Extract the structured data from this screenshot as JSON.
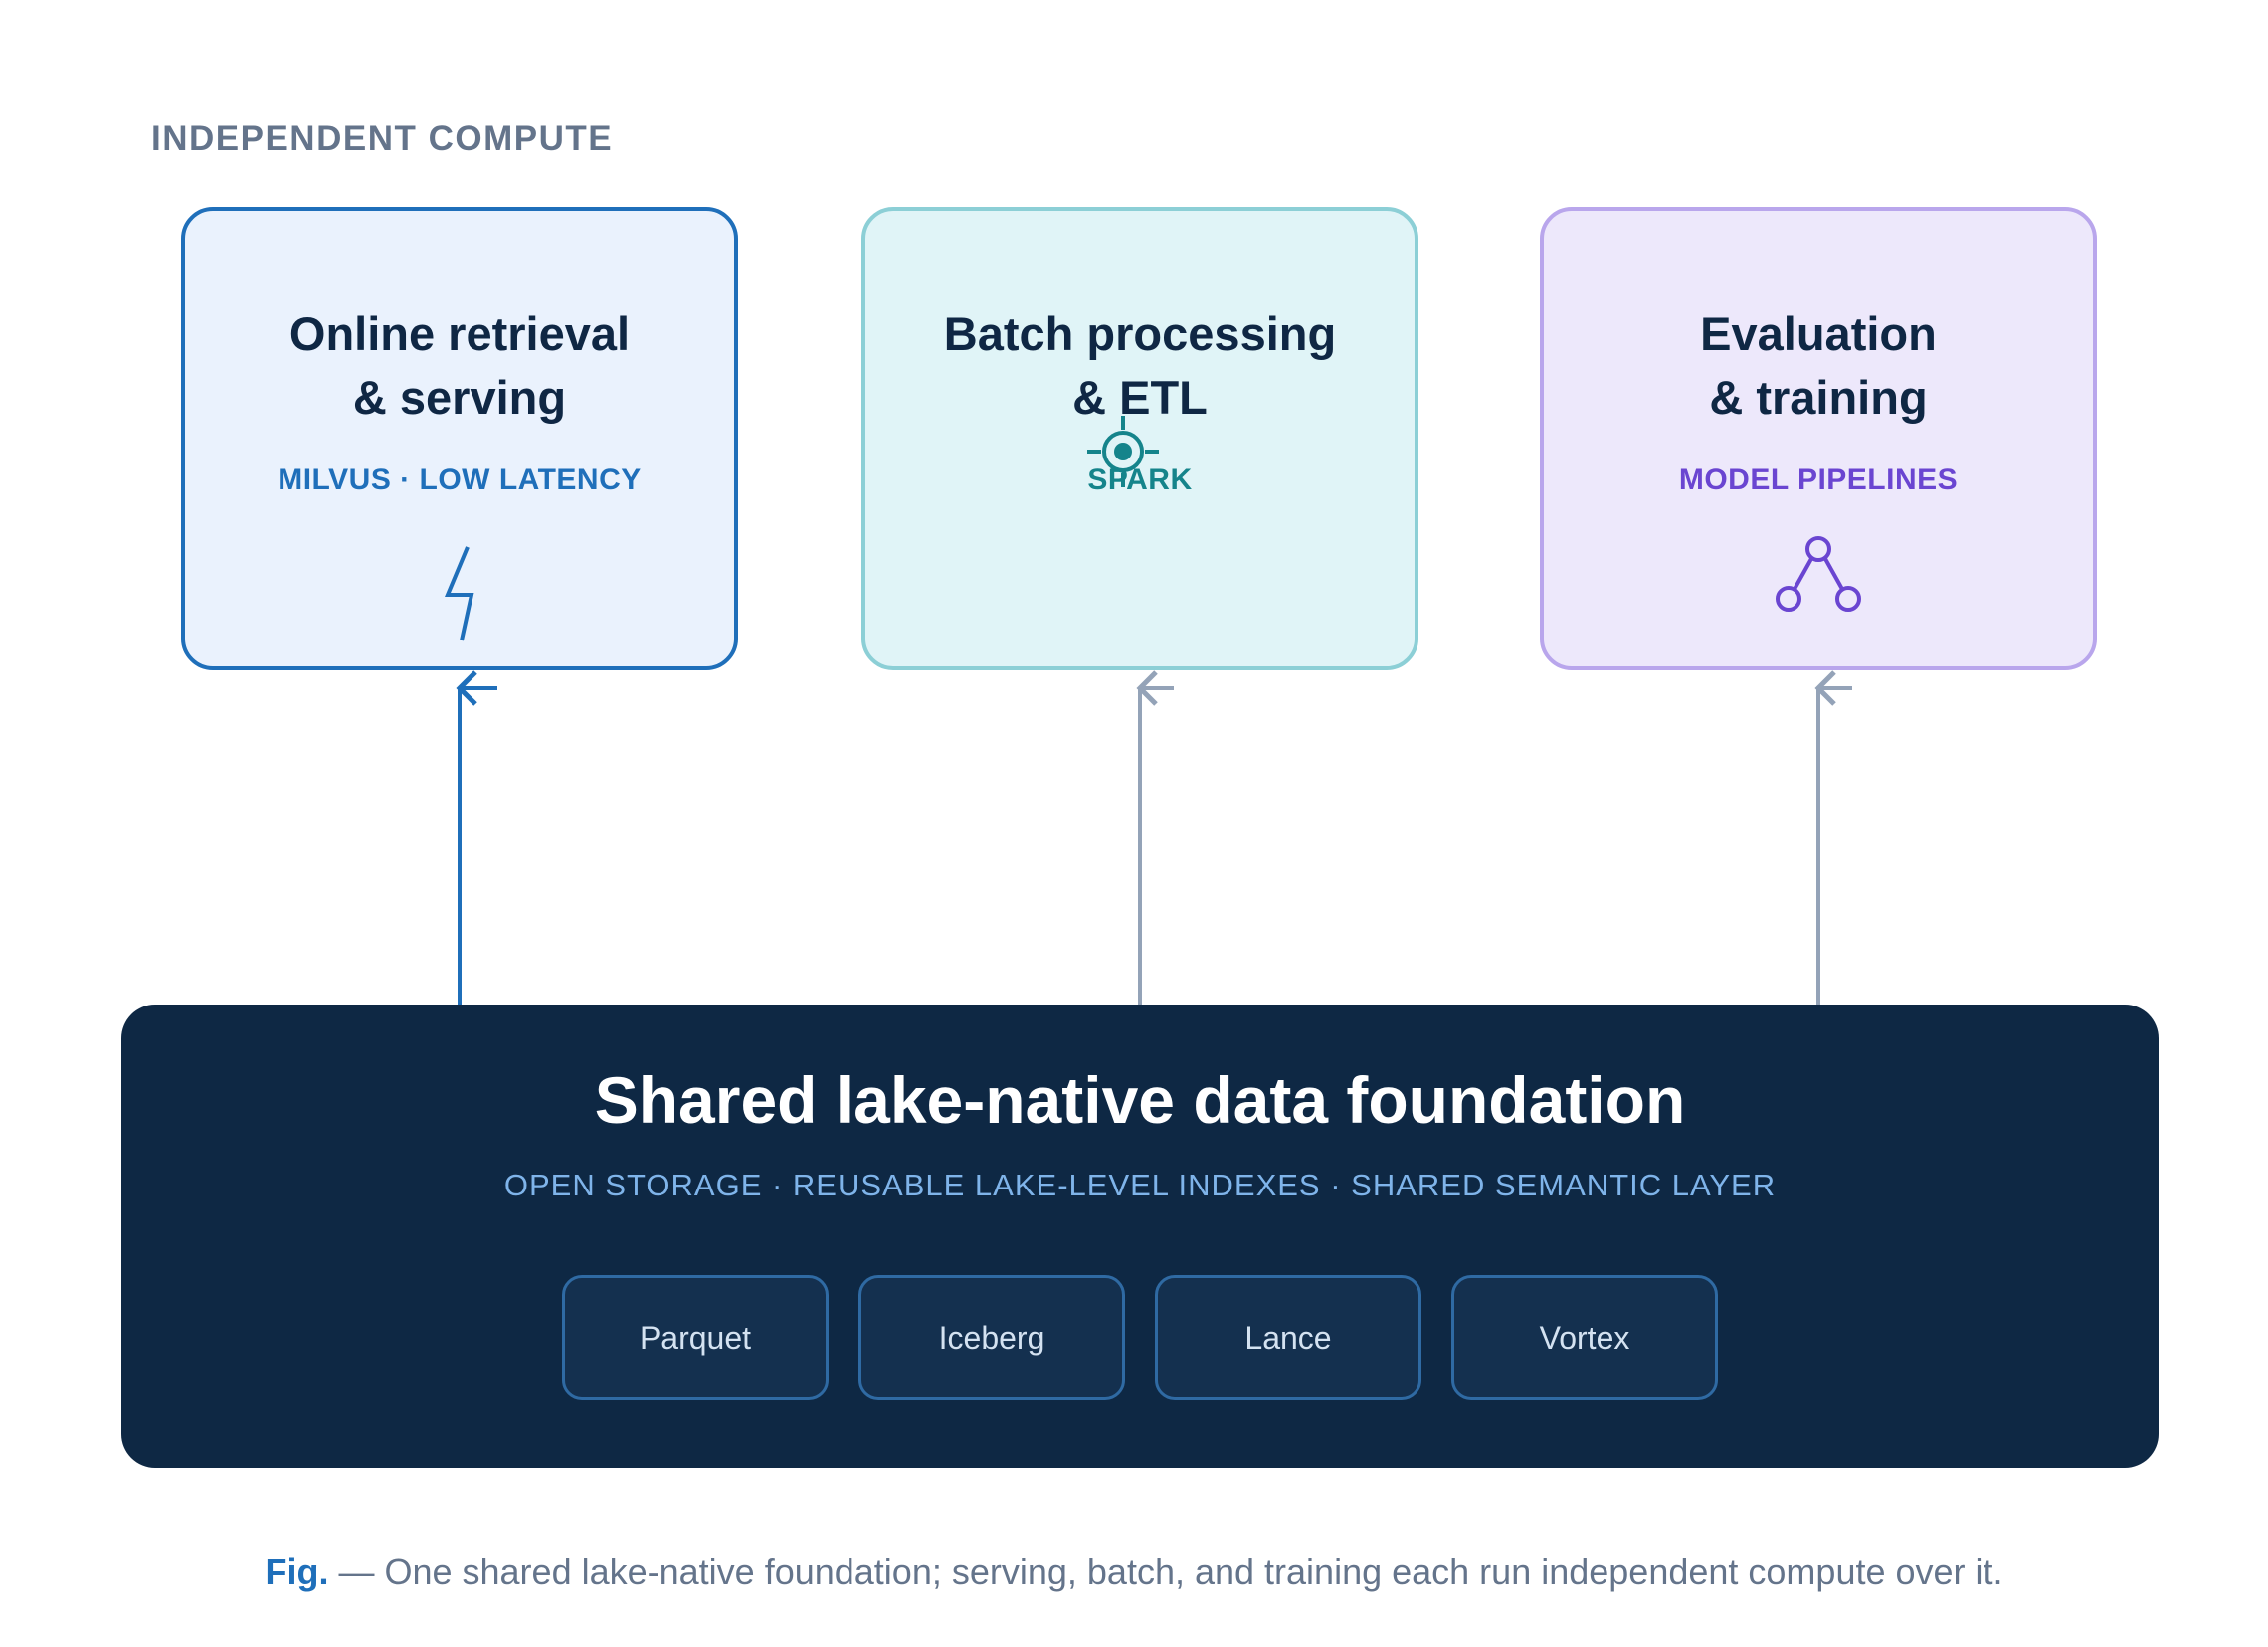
{
  "section_label": "INDEPENDENT COMPUTE",
  "compute_boxes": [
    {
      "title_line1": "Online retrieval",
      "title_line2": "& serving",
      "subtitle": "MILVUS · LOW LATENCY",
      "icon": "lightning-bolt-icon",
      "accent": "#1f6fba"
    },
    {
      "title_line1": "Batch processing",
      "title_line2": "& ETL",
      "subtitle": "SPARK",
      "icon": "target-crosshair-icon",
      "accent": "#15848b"
    },
    {
      "title_line1": "Evaluation",
      "title_line2": "& training",
      "subtitle": "MODEL PIPELINES",
      "icon": "pipeline-graph-icon",
      "accent": "#6a45d1"
    }
  ],
  "foundation": {
    "title": "Shared lake-native data foundation",
    "subtitle": "OPEN STORAGE · REUSABLE LAKE-LEVEL INDEXES · SHARED SEMANTIC LAYER",
    "formats": [
      "Parquet",
      "Iceberg",
      "Lance",
      "Vortex"
    ],
    "background": "#0e2844"
  },
  "caption": {
    "prefix": "Fig.",
    "text": "— One shared lake-native foundation; serving, batch, and training each run independent compute over it."
  }
}
